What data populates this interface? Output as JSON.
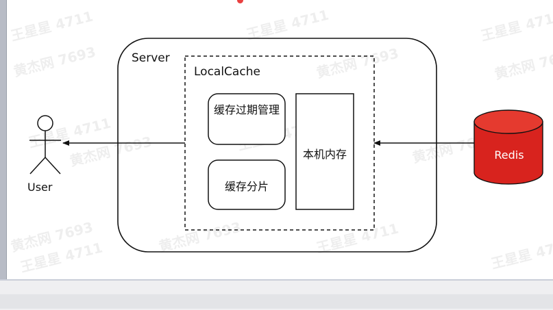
{
  "diagram": {
    "server_label": "Server",
    "localcache_label": "LocalCache",
    "expire_box_label": "缓存过期管理",
    "shard_box_label": "缓存分片",
    "memory_box_label": "本机内存",
    "redis_label": "Redis",
    "user_label": "User"
  },
  "watermarks": {
    "a": "王星星 4711",
    "b": "黄杰网 7693",
    "c": "王星星 4711",
    "d": "黄杰网 7693"
  },
  "colors": {
    "redis_fill": "#d8231e",
    "redis_top": "#e53a2f",
    "stroke": "#111111",
    "accent_dot": "#e94040"
  }
}
